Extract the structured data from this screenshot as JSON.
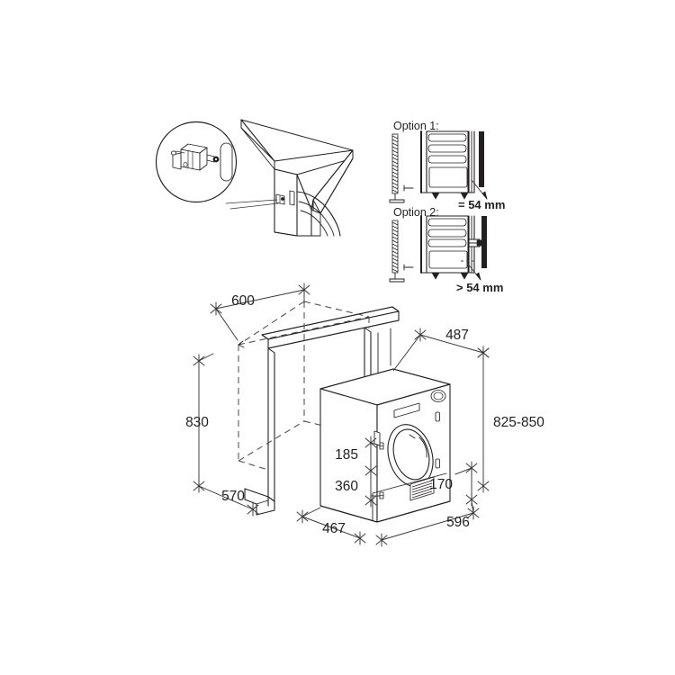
{
  "document": {
    "type": "installation-dimension-drawing",
    "title": "Built-in tumble dryer installation dimensions",
    "background_color": "#ffffff",
    "line_color": "#231f20"
  },
  "detail_inset": {
    "name": "bracket-fixing-detail",
    "description": "Magnified circular inset showing the mounting bracket and plastic cover cap fixed to the appliance side panel under the worktop"
  },
  "plinth_options": {
    "option1": {
      "label": "Option 1:",
      "clearance_label": "= 54 mm",
      "description": "Plinth panel flush: gap equal to 54 mm"
    },
    "option2": {
      "label": "Option 2:",
      "clearance_label": "> 54 mm",
      "description": "Plinth panel recessed: gap greater than 54 mm, spacer bracket required"
    }
  },
  "dimensions": {
    "niche_width": {
      "value": "600",
      "unit": "mm",
      "description": "Cabinet niche width"
    },
    "worktop_height": {
      "value": "830",
      "unit": "mm",
      "description": "Height from floor to underside of worktop"
    },
    "niche_depth": {
      "value": "570",
      "unit": "mm",
      "description": "Cabinet niche depth"
    },
    "appliance_depth_body": {
      "value": "487",
      "unit": "mm",
      "description": "Appliance body depth"
    },
    "appliance_height_adjustable": {
      "value": "825-850",
      "unit": "mm",
      "description": "Adjustable total appliance height"
    },
    "door_hinge_upper": {
      "value": "185",
      "unit": "mm",
      "description": "Distance from top to upper hinge point"
    },
    "door_hinge_lower": {
      "value": "360",
      "unit": "mm",
      "description": "Distance between hinge points"
    },
    "plinth_height": {
      "value": "170",
      "unit": "mm",
      "description": "Plinth / foot adjustment height"
    },
    "appliance_width_front": {
      "value": "467",
      "unit": "mm",
      "description": "Appliance front panel width"
    },
    "appliance_width_total": {
      "value": "596",
      "unit": "mm",
      "description": "Appliance total width"
    }
  },
  "labels_order": [
    "600",
    "830",
    "570",
    "487",
    "825-850",
    "185",
    "360",
    "170",
    "467",
    "596"
  ]
}
